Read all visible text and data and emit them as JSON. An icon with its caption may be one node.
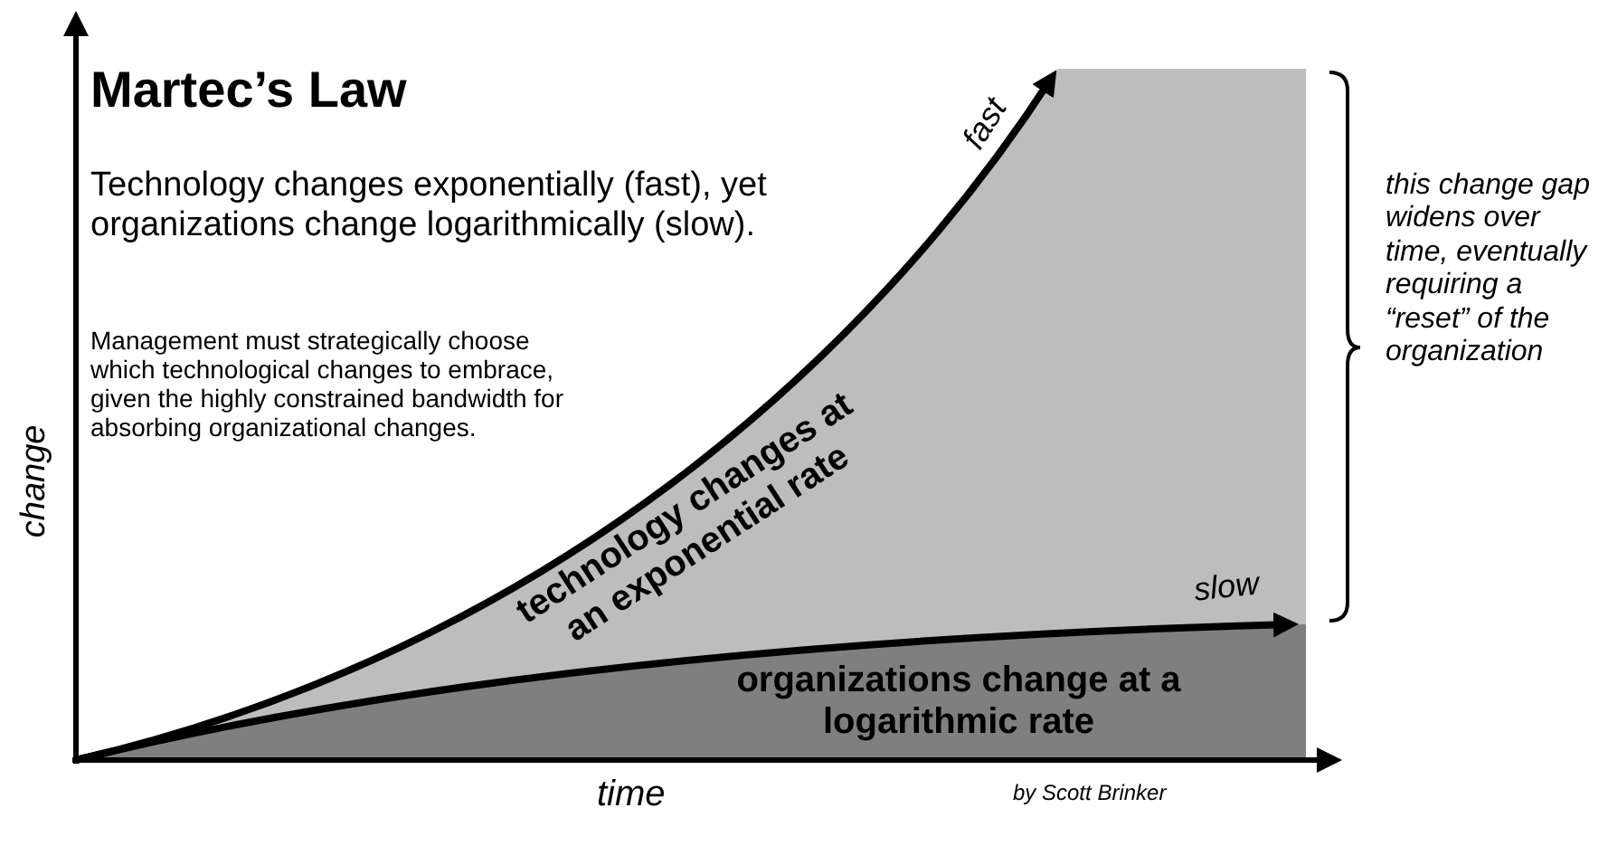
{
  "diagram": {
    "title": "Martec’s Law",
    "labels": [
      "Technology changes exponentially (fast), yet organizations change logarithmically (slow).",
      "Management must strategically choose which technological changes to embrace, given the highly constrained bandwidth for absorbing organizational changes.",
      "change",
      "fast",
      "technology changes at an exponential rate",
      "slow",
      "organizations change at a logarithmic rate",
      "this change gap widens over time, eventually requiring a “reset” of the organization",
      "time",
      "by Scott Brinker"
    ]
  }
}
